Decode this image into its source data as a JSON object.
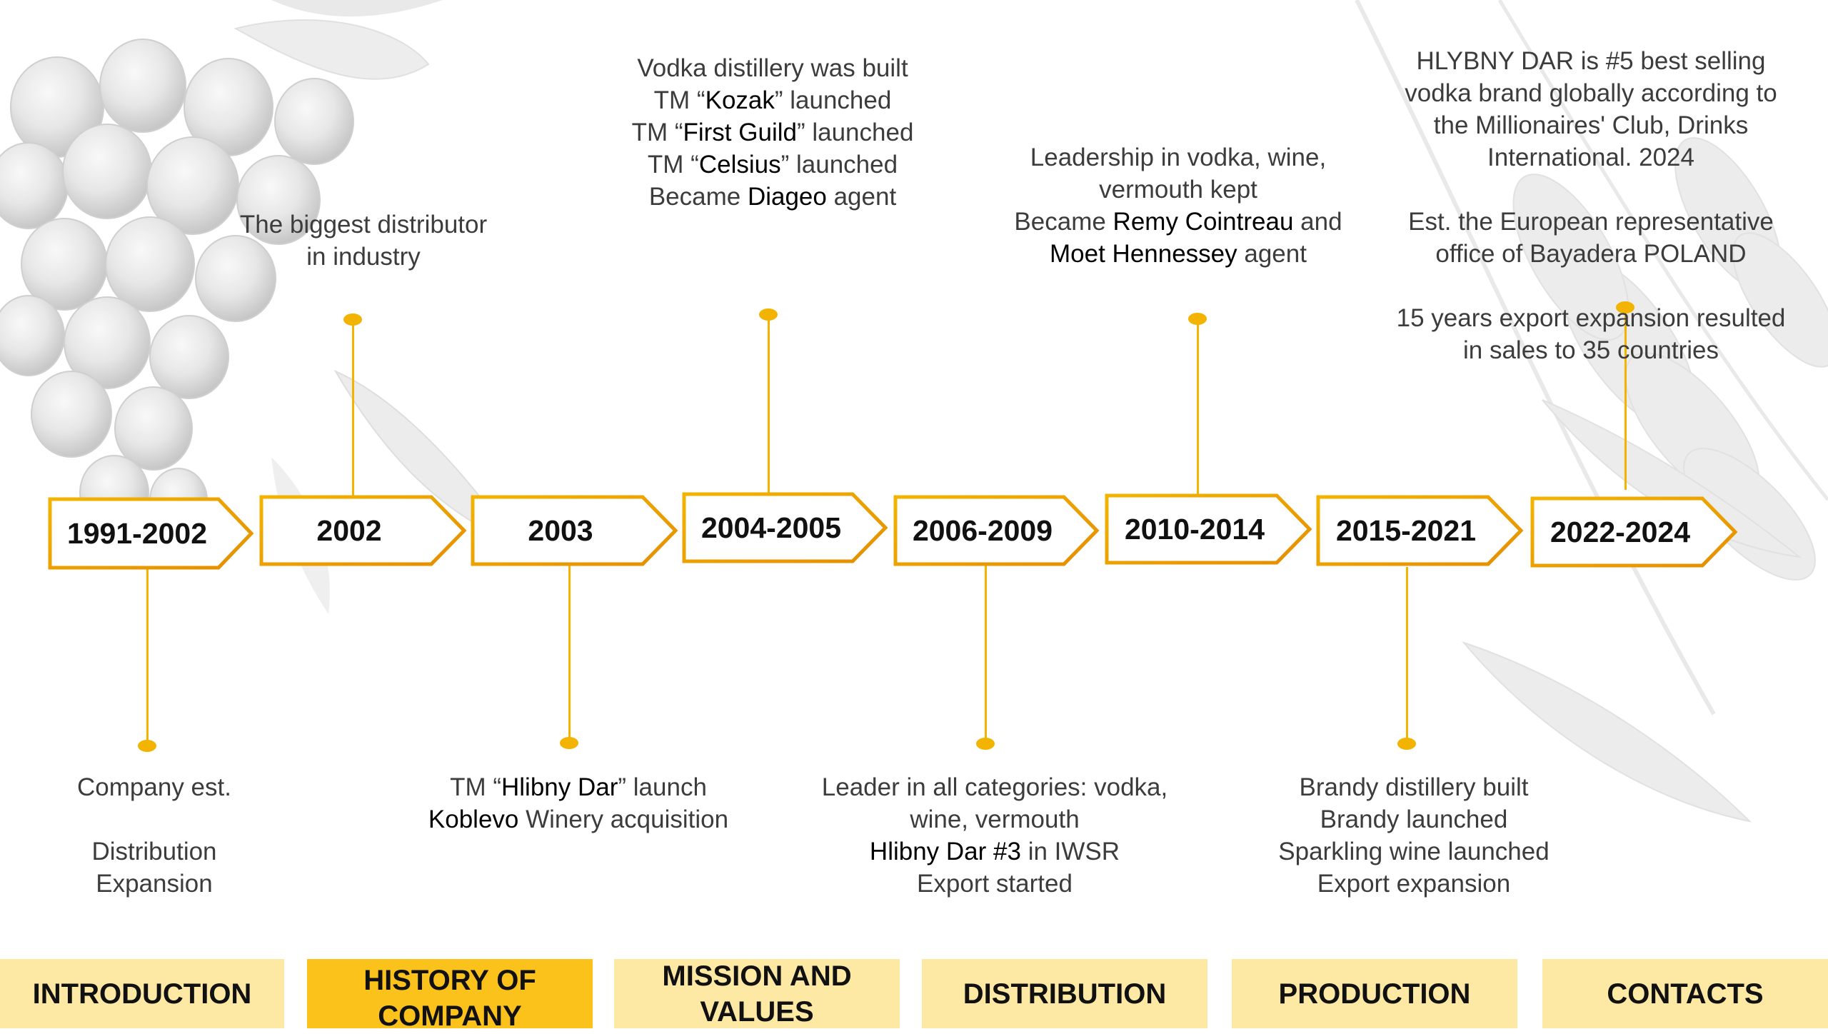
{
  "colors": {
    "accent": "#f2b400",
    "accent_dark": "#e58e00",
    "nav_bg": "#fde8a4",
    "nav_active_bg": "#fbc21b"
  },
  "timeline": [
    {
      "year": "1991-2002",
      "lines": [
        "Company est.",
        "",
        "Distribution",
        " Expansion"
      ]
    },
    {
      "year": "2002",
      "lines": [
        "The biggest distributor",
        "in industry"
      ]
    },
    {
      "year": "2003",
      "lines": [
        "TM “Hlibny Dar” launch",
        "Koblevo Winery acquisition"
      ]
    },
    {
      "year": "2004-2005",
      "lines": [
        "Vodka distillery was built",
        "TM “Kozak” launched",
        "TM “First Guild” launched",
        "TM “Celsius” launched",
        "Became Diageo agent"
      ]
    },
    {
      "year": "2006-2009",
      "lines": [
        "Leader in all categories: vodka,",
        "wine, vermouth",
        "Hlibny Dar #3 in IWSR",
        "Export started"
      ]
    },
    {
      "year": "2010-2014",
      "lines": [
        "Leadership in vodka, wine,",
        "vermouth kept",
        "Became Remy Cointreau and",
        "Moet Hennessey agent"
      ]
    },
    {
      "year": "2015-2021",
      "lines": [
        "Brandy distillery built",
        "Brandy launched",
        "Sparkling wine launched",
        "Export expansion"
      ]
    },
    {
      "year": "2022-2024",
      "lines": [
        "HLYBNY DAR is #5 best selling",
        "vodka brand globally according to",
        "the Millionaires' Club, Drinks",
        "International. 2024",
        "",
        "Est. the European representative",
        "office of Bayadera POLAND",
        "",
        "15 years export expansion resulted",
        "in sales to 35 countries"
      ]
    }
  ],
  "nav": [
    {
      "label": "INTRODUCTION",
      "active": false
    },
    {
      "label": "HISTORY OF COMPANY",
      "active": true
    },
    {
      "label": "MISSION AND VALUES",
      "active": false
    },
    {
      "label": "DISTRIBUTION",
      "active": false
    },
    {
      "label": "PRODUCTION",
      "active": false
    },
    {
      "label": "CONTACTS",
      "active": false
    }
  ]
}
